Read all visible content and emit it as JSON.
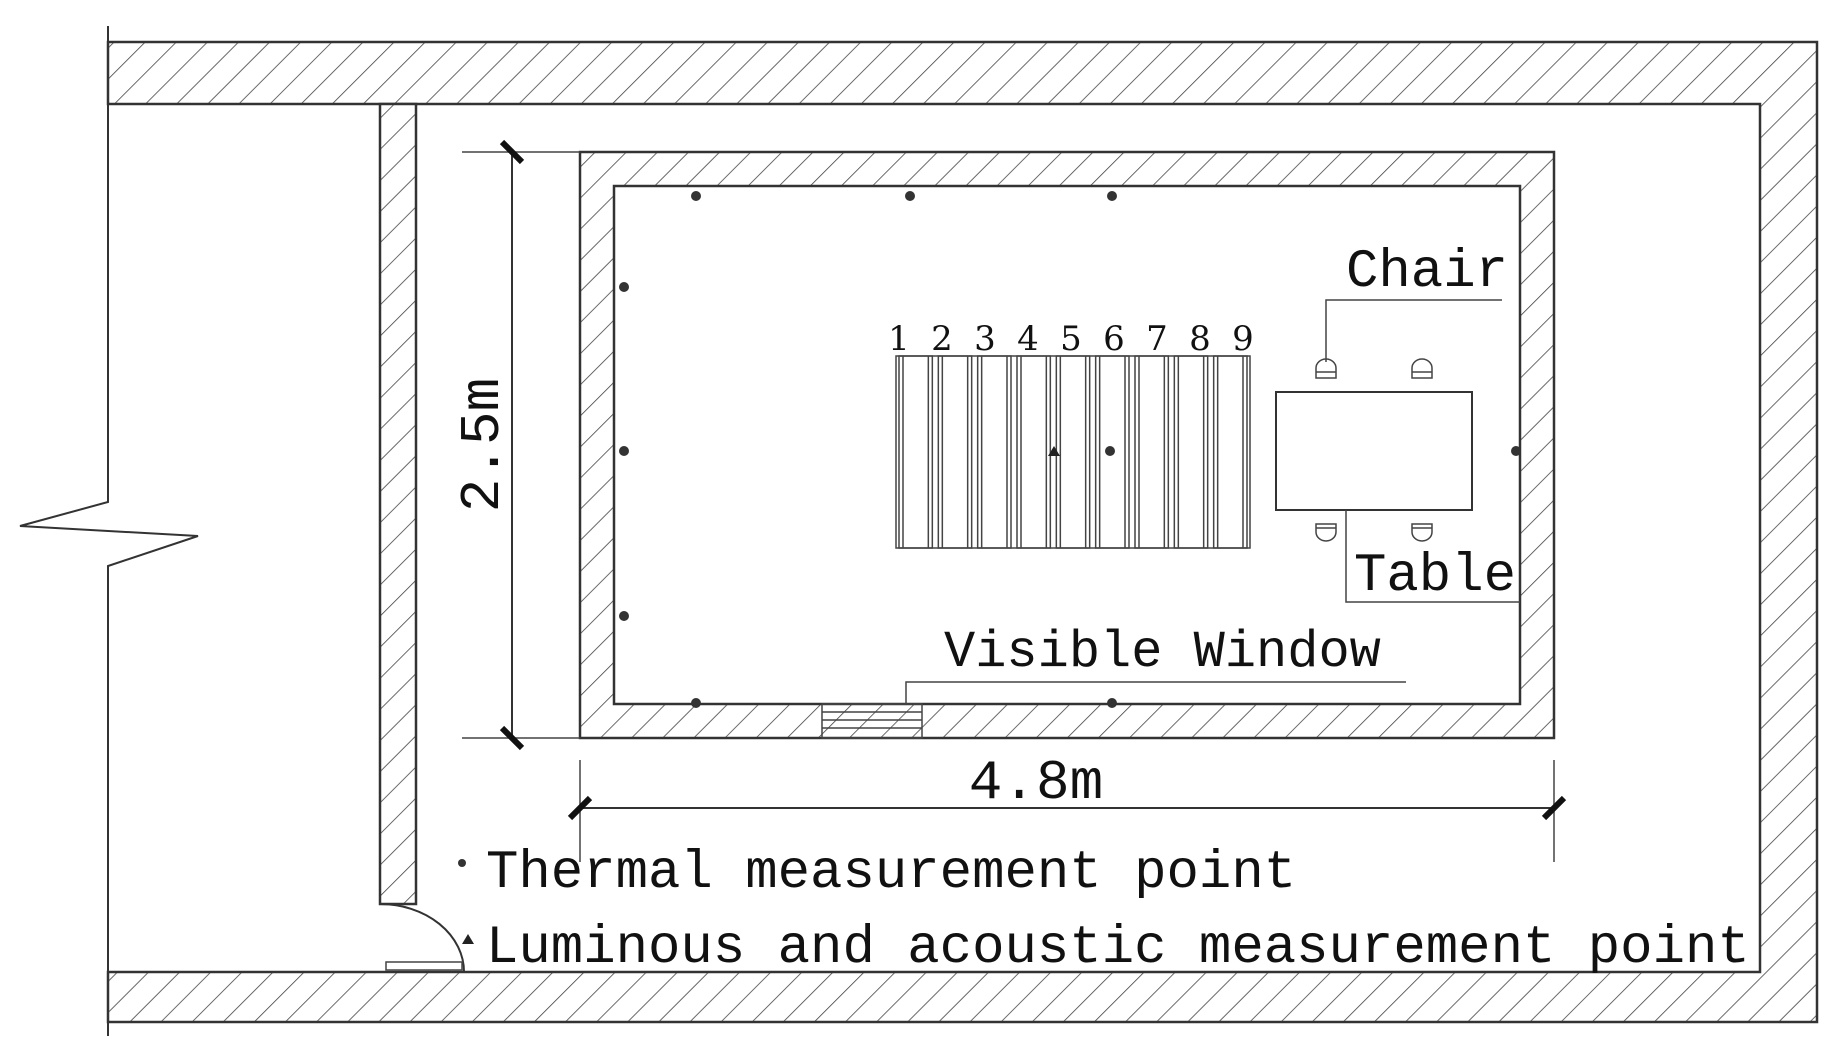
{
  "labels": {
    "chair": "Chair",
    "table": "Table",
    "visible_window": "Visible Window",
    "dim_height": "2.5m",
    "dim_width": "4.8m",
    "lamp_numbers": [
      "1",
      "2",
      "3",
      "4",
      "5",
      "6",
      "7",
      "8",
      "9"
    ]
  },
  "legend": {
    "thermal": "Thermal measurement point",
    "luminous": "Luminous and acoustic measurement point"
  },
  "colors": {
    "line": "#333333",
    "hatch": "#444444",
    "point": "#333333"
  }
}
